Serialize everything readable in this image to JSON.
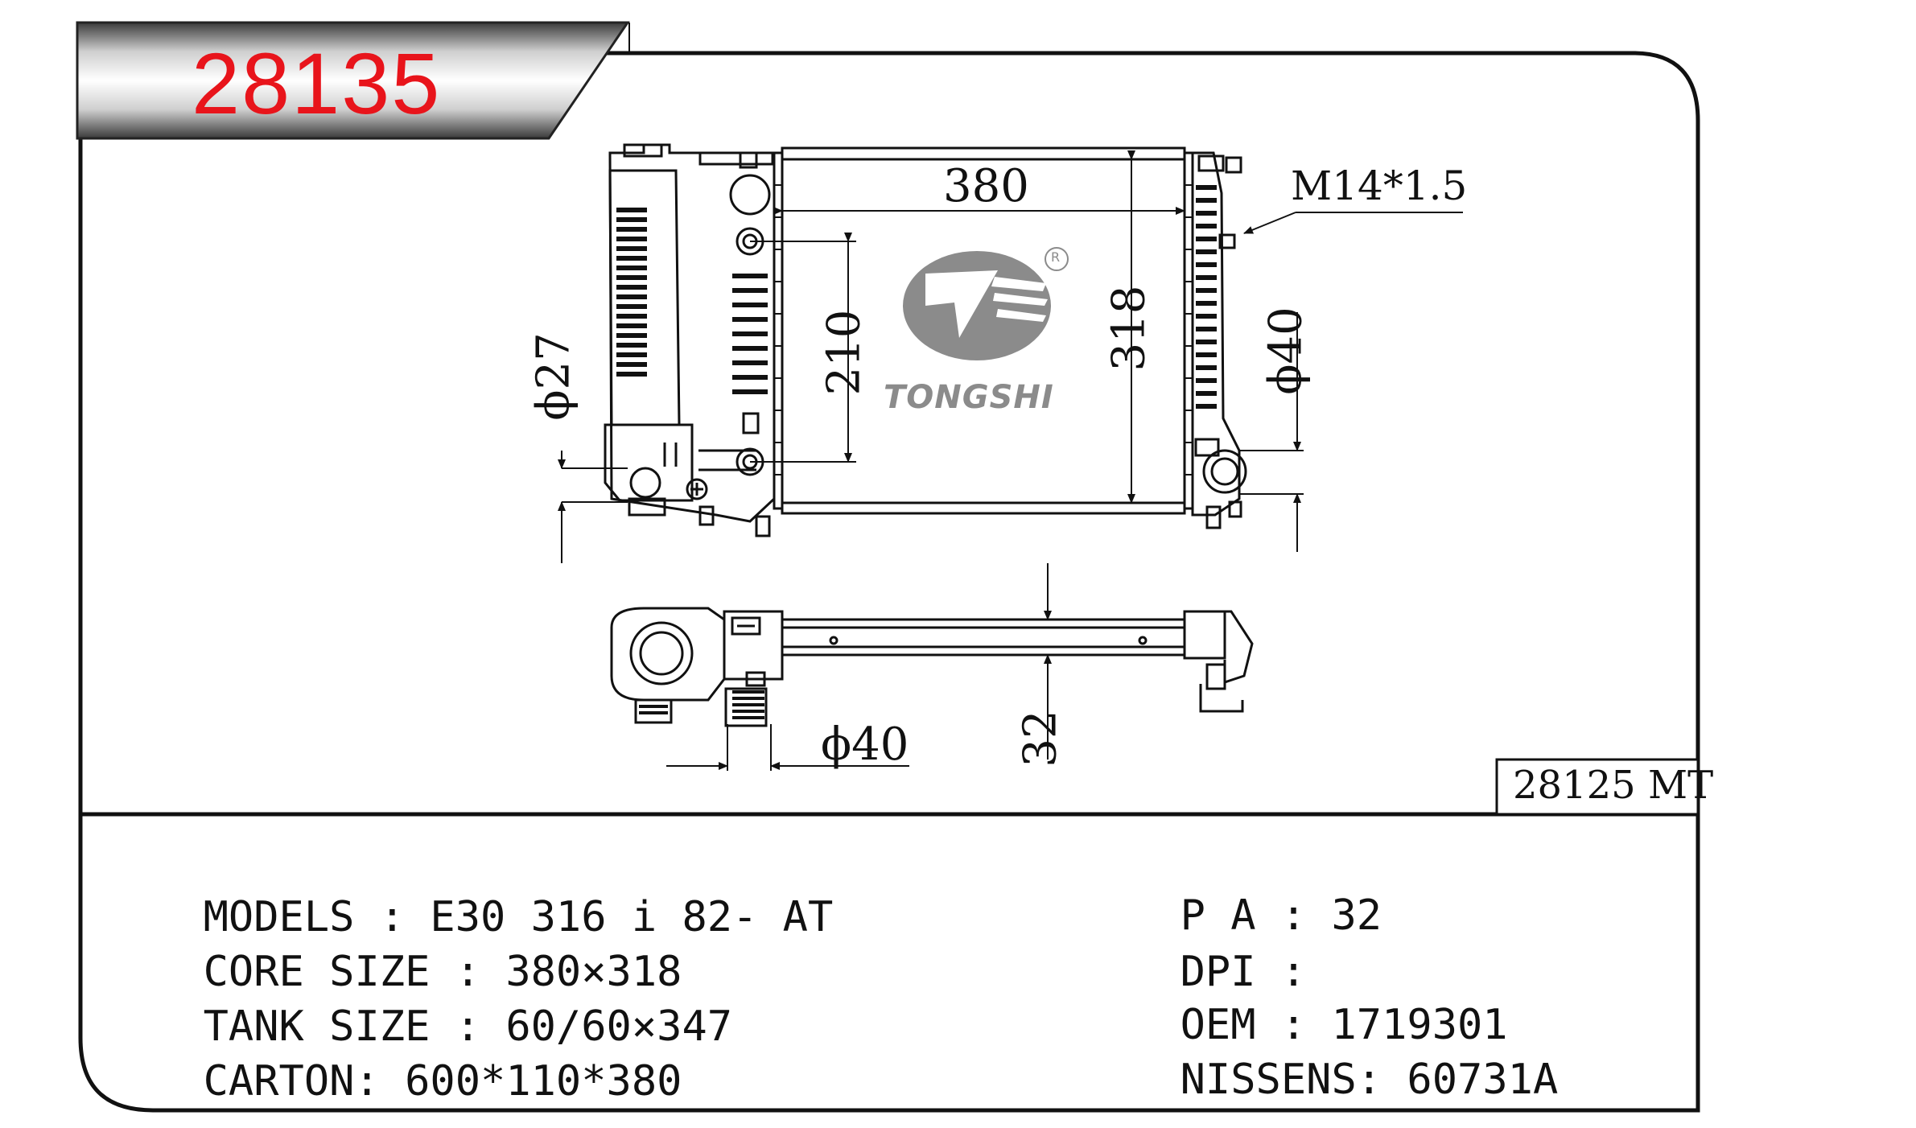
{
  "part_number": "28135",
  "reference_part": "28125 MT",
  "logo": {
    "name": "tongshi-logo-icon",
    "text": "TONGSHI",
    "registered_mark": "R",
    "color": "#8b8b8b"
  },
  "title_color": "#e8141b",
  "dimensions": {
    "core_width": "380",
    "core_height": "318",
    "inner_height": "210",
    "left_pipe": "ϕ27",
    "right_pipe": "ϕ40",
    "bottom_pipe": "ϕ40",
    "thread": "M14*1.5",
    "depth": "32"
  },
  "specs": {
    "models_label": "MODELS",
    "models_value": "E30 316 i 82- AT",
    "core_label": "CORE SIZE",
    "core_value": "380×318",
    "tank_label": "TANK SIZE",
    "tank_value": "60/60×347",
    "carton_label": "CARTON",
    "carton_value": "600*110*380",
    "pa_label": "P A",
    "pa_value": "32",
    "dpi_label": "DPI",
    "dpi_value": "",
    "oem_label": "OEM",
    "oem_value": "1719301",
    "nissens_label": "NISSENS",
    "nissens_value": "60731A"
  }
}
